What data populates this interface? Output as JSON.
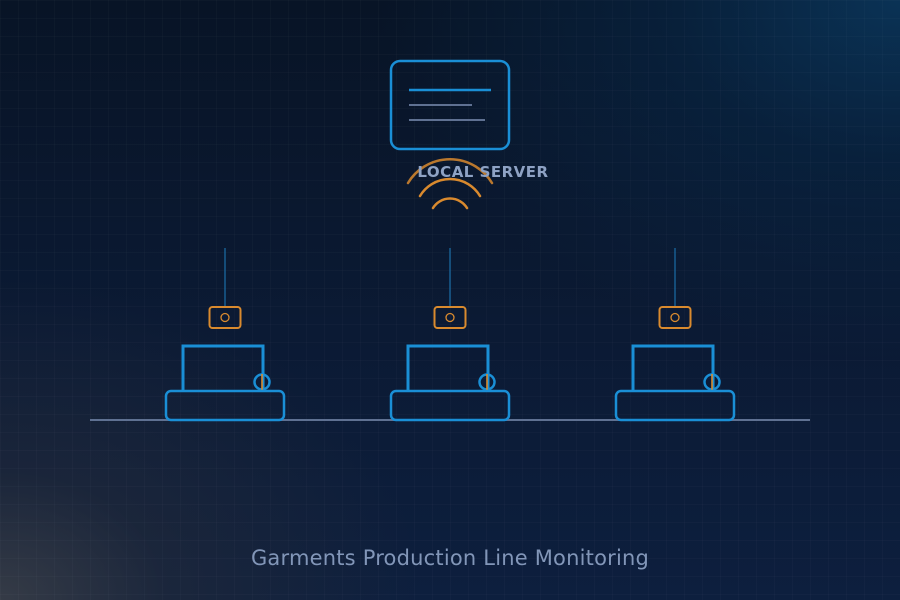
{
  "server": {
    "label": "LOCAL SERVER"
  },
  "stations": [
    {
      "id": "station-1"
    },
    {
      "id": "station-2"
    },
    {
      "id": "station-3"
    }
  ],
  "caption": "Garments Production Line Monitoring",
  "colors": {
    "primary": "#1a8fd6",
    "accent": "#d98a2e",
    "muted": "#5f7192",
    "label": "#8ea2c4"
  },
  "icons": [
    "server-icon",
    "wifi-signal-icon",
    "sensor-icon",
    "sewing-machine-icon"
  ]
}
